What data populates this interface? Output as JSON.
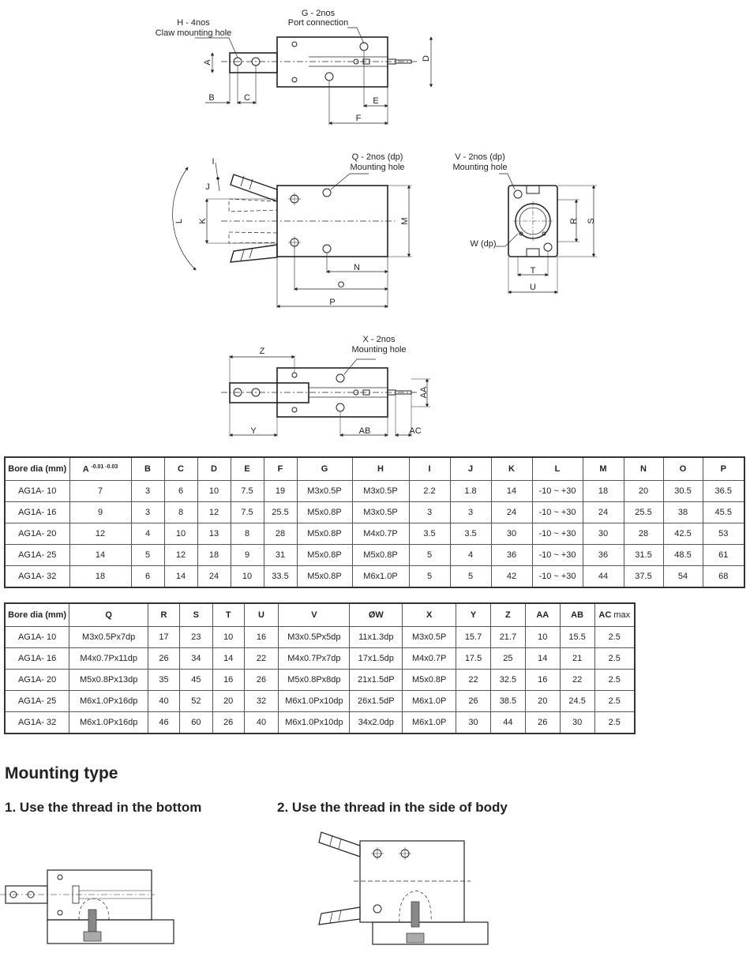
{
  "drawing_labels": {
    "h_callout": "H - 4nos",
    "h_desc": "Claw mounting hole",
    "g_callout": "G - 2nos",
    "g_desc": "Port connection",
    "q_callout": "Q - 2nos (dp)",
    "q_desc": "Mounting hole",
    "v_callout": "V - 2nos (dp)",
    "v_desc": "Mounting hole",
    "w_callout": "W (dp)",
    "x_callout": "X - 2nos",
    "x_desc": "Mounting hole",
    "dims": {
      "A": "A",
      "B": "B",
      "C": "C",
      "D": "D",
      "E": "E",
      "F": "F",
      "I": "I",
      "J": "J",
      "K": "K",
      "L": "L",
      "M": "M",
      "N": "N",
      "O": "O",
      "P": "P",
      "R": "R",
      "S": "S",
      "T": "T",
      "U": "U",
      "Z": "Z",
      "Y": "Y",
      "AA": "AA",
      "AB": "AB",
      "AC": "AC"
    }
  },
  "table1": {
    "headers": [
      "Bore dia (mm)",
      "A",
      "B",
      "C",
      "D",
      "E",
      "F",
      "G",
      "H",
      "I",
      "J",
      "K",
      "L",
      "M",
      "N",
      "O",
      "P"
    ],
    "a_tolerance": "-0.01 -0.03",
    "rows": [
      [
        "AG1A- 10",
        "7",
        "3",
        "6",
        "10",
        "7.5",
        "19",
        "M3x0.5P",
        "M3x0.5P",
        "2.2",
        "1.8",
        "14",
        "-10 ~ +30",
        "18",
        "20",
        "30.5",
        "36.5"
      ],
      [
        "AG1A- 16",
        "9",
        "3",
        "8",
        "12",
        "7.5",
        "25.5",
        "M5x0.8P",
        "M3x0.5P",
        "3",
        "3",
        "24",
        "-10 ~ +30",
        "24",
        "25.5",
        "38",
        "45.5"
      ],
      [
        "AG1A- 20",
        "12",
        "4",
        "10",
        "13",
        "8",
        "28",
        "M5x0.8P",
        "M4x0.7P",
        "3.5",
        "3.5",
        "30",
        "-10 ~ +30",
        "30",
        "28",
        "42.5",
        "53"
      ],
      [
        "AG1A- 25",
        "14",
        "5",
        "12",
        "18",
        "9",
        "31",
        "M5x0.8P",
        "M5x0.8P",
        "5",
        "4",
        "36",
        "-10 ~ +30",
        "36",
        "31.5",
        "48.5",
        "61"
      ],
      [
        "AG1A- 32",
        "18",
        "6",
        "14",
        "24",
        "10",
        "33.5",
        "M5x0.8P",
        "M6x1.0P",
        "5",
        "5",
        "42",
        "-10 ~ +30",
        "44",
        "37.5",
        "54",
        "68"
      ]
    ]
  },
  "table2": {
    "headers": [
      "Bore dia (mm)",
      "Q",
      "R",
      "S",
      "T",
      "U",
      "V",
      "ØW",
      "X",
      "Y",
      "Z",
      "AA",
      "AB",
      "AC"
    ],
    "ac_suffix": "max",
    "rows": [
      [
        "AG1A- 10",
        "M3x0.5Px7dp",
        "17",
        "23",
        "10",
        "16",
        "M3x0.5Px5dp",
        "11x1.3dp",
        "M3x0.5P",
        "15.7",
        "21.7",
        "10",
        "15.5",
        "2.5"
      ],
      [
        "AG1A- 16",
        "M4x0.7Px11dp",
        "26",
        "34",
        "14",
        "22",
        "M4x0.7Px7dp",
        "17x1.5dp",
        "M4x0.7P",
        "17.5",
        "25",
        "14",
        "21",
        "2.5"
      ],
      [
        "AG1A- 20",
        "M5x0.8Px13dp",
        "35",
        "45",
        "16",
        "26",
        "M5x0.8Px8dp",
        "21x1.5dP",
        "M5x0.8P",
        "22",
        "32.5",
        "16",
        "22",
        "2.5"
      ],
      [
        "AG1A- 25",
        "M6x1.0Px16dp",
        "40",
        "52",
        "20",
        "32",
        "M6x1.0Px10dp",
        "26x1.5dP",
        "M6x1.0P",
        "26",
        "38.5",
        "20",
        "24.5",
        "2.5"
      ],
      [
        "AG1A- 32",
        "M6x1.0Px16dp",
        "46",
        "60",
        "26",
        "40",
        "M6x1.0Px10dp",
        "34x2.0dp",
        "M6x1.0P",
        "30",
        "44",
        "26",
        "30",
        "2.5"
      ]
    ]
  },
  "mounting": {
    "title": "Mounting type",
    "option1": "1. Use the thread in the bottom",
    "option2": "2. Use the thread in the side of body"
  }
}
